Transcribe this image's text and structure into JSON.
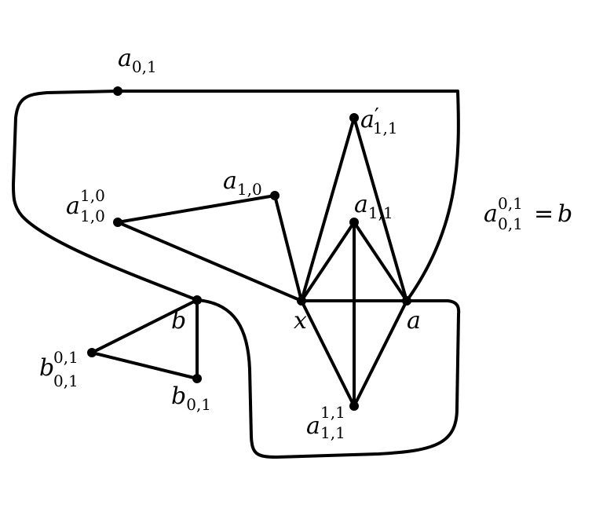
{
  "colors": {
    "ink": "#000000",
    "background": "#ffffff"
  },
  "points": {
    "a01": {
      "base": "a",
      "sub": "0,1",
      "sup": ""
    },
    "a_prime_11": {
      "base": "a",
      "prime": "′",
      "sub": "1,1",
      "sup": ""
    },
    "a10": {
      "base": "a",
      "sub": "1,0",
      "sup": ""
    },
    "a10_10": {
      "base": "a",
      "sub": "1,0",
      "sup": "1,0"
    },
    "a11": {
      "base": "a",
      "sub": "1,1",
      "sup": ""
    },
    "x": {
      "base": "x"
    },
    "a": {
      "base": "a"
    },
    "b": {
      "base": "b"
    },
    "b01": {
      "base": "b",
      "sub": "0,1",
      "sup": ""
    },
    "b01_01": {
      "base": "b",
      "sub": "0,1",
      "sup": "0,1"
    },
    "a11_11": {
      "base": "a",
      "sub": "1,1",
      "sup": "1,1"
    }
  },
  "annotation": {
    "base": "a",
    "sub": "0,1",
    "sup": "0,1",
    "relation": "=",
    "rhs": "b"
  }
}
